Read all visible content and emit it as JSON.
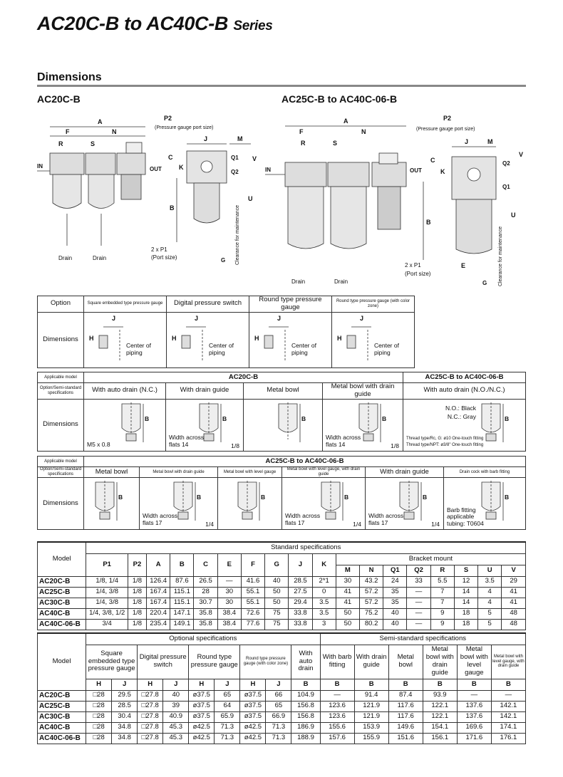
{
  "title": {
    "main": "AC20C-B to AC40C-B",
    "series": "Series"
  },
  "section": "Dimensions",
  "left_label": "AC20C-B",
  "right_label": "AC25C-B to AC40C-06-B",
  "diagram": {
    "A": "A",
    "F": "F",
    "N": "N",
    "S": "S",
    "R": "R",
    "P2": "P2",
    "p2_note": "(Pressure gauge port size)",
    "IN": "IN",
    "OUT": "OUT",
    "C": "C",
    "K": "K",
    "B": "B",
    "J": "J",
    "M": "M",
    "Q1": "Q1",
    "Q2": "Q2",
    "V": "V",
    "U": "U",
    "P1": "2 x P1",
    "p1_note": "(Port size)",
    "drain": "Drain",
    "G": "G",
    "clearance": "Clearance for maintenance",
    "E": "E"
  },
  "option_table": {
    "header": "Option",
    "row_label": "Dimensions",
    "cols": [
      "Square embedded type pressure gauge",
      "Digital pressure switch",
      "Round type pressure gauge",
      "Round type pressure gauge (with color zone)"
    ],
    "H": "H",
    "J": "J",
    "center": "Center of piping"
  },
  "table2": {
    "applicable": "Applicable model",
    "spec": "Option/Semi-standard specifications",
    "model1": "AC20C-B",
    "model2": "AC25C-B to AC40C-06-B",
    "cols": [
      "With auto drain (N.C.)",
      "With drain guide",
      "Metal bowl",
      "Metal bowl with drain guide",
      "With auto drain (N.O./N.C.)"
    ],
    "row_label": "Dimensions",
    "m5": "M5 x 0.8",
    "width14": "Width across flats 14",
    "one_eighth": "1/8",
    "no_black": "N.O.: Black",
    "nc_gray": "N.C.: Gray",
    "thread1": "Thread type/Rc, G: ø10 One-touch fitting",
    "thread2": "Thread type/NPT: ø3/8\" One-touch fitting"
  },
  "table3": {
    "applicable": "Applicable model",
    "spec": "Option/Semi-standard specifications",
    "model": "AC25C-B to AC40C-06-B",
    "cols": [
      "Metal bowl",
      "Metal bowl with drain guide",
      "Metal bowl with level gauge",
      "Metal bowl with level gauge, with drain guide",
      "With drain guide",
      "Drain cock with barb fitting"
    ],
    "row_label": "Dimensions",
    "width17": "Width across flats 17",
    "one_quarter": "1/4",
    "barb": "Barb fitting applicable tubing: T0604"
  },
  "std_table": {
    "model": "Model",
    "group": "Standard specifications",
    "bracket": "Bracket mount",
    "cols": [
      "P1",
      "P2",
      "A",
      "B",
      "C",
      "E",
      "F",
      "G",
      "J",
      "K"
    ],
    "bracket_cols": [
      "M",
      "N",
      "Q1",
      "Q2",
      "R",
      "S",
      "U",
      "V"
    ],
    "rows": [
      [
        "AC20C-B",
        "1/8, 1/4",
        "1/8",
        "126.4",
        "87.6",
        "26.5",
        "—",
        "41.6",
        "40",
        "28.5",
        "2*1",
        "30",
        "43.2",
        "24",
        "33",
        "5.5",
        "12",
        "3.5",
        "29"
      ],
      [
        "AC25C-B",
        "1/4, 3/8",
        "1/8",
        "167.4",
        "115.1",
        "28",
        "30",
        "55.1",
        "50",
        "27.5",
        "0",
        "41",
        "57.2",
        "35",
        "—",
        "7",
        "14",
        "4",
        "41"
      ],
      [
        "AC30C-B",
        "1/4, 3/8",
        "1/8",
        "167.4",
        "115.1",
        "30.7",
        "30",
        "55.1",
        "50",
        "29.4",
        "3.5",
        "41",
        "57.2",
        "35",
        "—",
        "7",
        "14",
        "4",
        "41"
      ],
      [
        "AC40C-B",
        "1/4, 3/8, 1/2",
        "1/8",
        "220.4",
        "147.1",
        "35.8",
        "38.4",
        "72.6",
        "75",
        "33.8",
        "3.5",
        "50",
        "75.2",
        "40",
        "—",
        "9",
        "18",
        "5",
        "48"
      ],
      [
        "AC40C-06-B",
        "3/4",
        "1/8",
        "235.4",
        "149.1",
        "35.8",
        "38.4",
        "77.6",
        "75",
        "33.8",
        "3",
        "50",
        "80.2",
        "40",
        "—",
        "9",
        "18",
        "5",
        "48"
      ]
    ]
  },
  "opt_table": {
    "model": "Model",
    "group1": "Optional specifications",
    "group2": "Semi-standard specifications",
    "cols": [
      "Square embedded type pressure gauge",
      "Digital pressure switch",
      "Round type pressure gauge",
      "Round type pressure gauge (with color zone)",
      "With auto drain",
      "With barb fitting",
      "With drain guide",
      "Metal bowl",
      "Metal bowl with drain guide",
      "Metal bowl with level gauge",
      "Metal bowl with level gauge, with drain guide"
    ],
    "sub": [
      "H",
      "J",
      "H",
      "J",
      "H",
      "J",
      "H",
      "J",
      "B",
      "B",
      "B",
      "B",
      "B",
      "B",
      "B"
    ],
    "rows": [
      [
        "AC20C-B",
        "□28",
        "29.5",
        "□27.8",
        "40",
        "ø37.5",
        "65",
        "ø37.5",
        "66",
        "104.9",
        "—",
        "91.4",
        "87.4",
        "93.9",
        "—",
        "—"
      ],
      [
        "AC25C-B",
        "□28",
        "28.5",
        "□27.8",
        "39",
        "ø37.5",
        "64",
        "ø37.5",
        "65",
        "156.8",
        "123.6",
        "121.9",
        "117.6",
        "122.1",
        "137.6",
        "142.1"
      ],
      [
        "AC30C-B",
        "□28",
        "30.4",
        "□27.8",
        "40.9",
        "ø37.5",
        "65.9",
        "ø37.5",
        "66.9",
        "156.8",
        "123.6",
        "121.9",
        "117.6",
        "122.1",
        "137.6",
        "142.1"
      ],
      [
        "AC40C-B",
        "□28",
        "34.8",
        "□27.8",
        "45.3",
        "ø42.5",
        "71.3",
        "ø42.5",
        "71.3",
        "186.9",
        "155.6",
        "153.9",
        "149.6",
        "154.1",
        "169.6",
        "174.1"
      ],
      [
        "AC40C-06-B",
        "□28",
        "34.8",
        "□27.8",
        "45.3",
        "ø42.5",
        "71.3",
        "ø42.5",
        "71.3",
        "188.9",
        "157.6",
        "155.9",
        "151.6",
        "156.1",
        "171.6",
        "176.1"
      ]
    ]
  }
}
